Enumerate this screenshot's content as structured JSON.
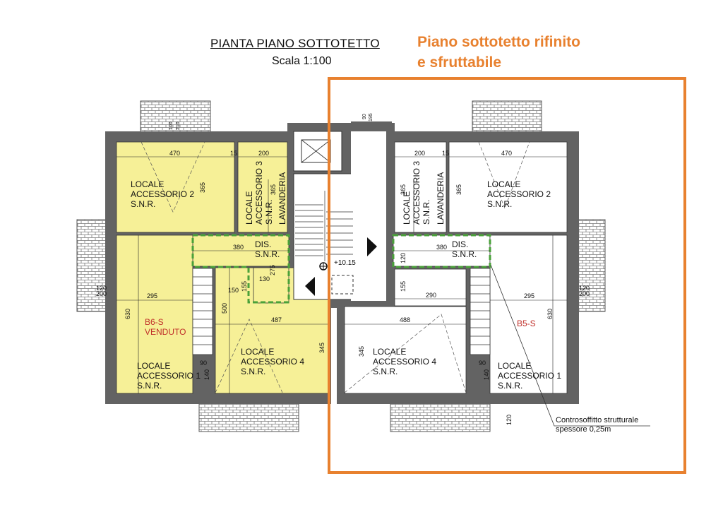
{
  "header": {
    "title": "PIANTA PIANO SOTTOTETTO",
    "scale": "Scala 1:100",
    "promo_line1": "Piano sottotetto rifinito",
    "promo_line2": "e sfruttabile"
  },
  "colors": {
    "wall": "#636363",
    "room_fill_b6": "#f6f097",
    "highlight": "#e8812f",
    "corridor_dash": "#4aa13a",
    "sold_label": "#c0302a"
  },
  "rooms": {
    "left": {
      "acc2": [
        "LOCALE",
        "ACCESSORIO 2",
        "S.N.R."
      ],
      "acc3": [
        "LOCALE",
        "ACCESSORIO 3",
        "S.N.R."
      ],
      "lavanderia": "LAVANDERIA",
      "dis": [
        "DIS.",
        "S.N.R."
      ],
      "unit": "B6-S",
      "status": "VENDUTO",
      "acc1": [
        "LOCALE",
        "ACCESSORIO 1",
        "S.N.R."
      ],
      "acc4": [
        "LOCALE",
        "ACCESSORIO 4",
        "S.N.R."
      ]
    },
    "right": {
      "acc3": [
        "LOCALE",
        "ACCESSORIO 3",
        "S.N.R."
      ],
      "lavanderia": "LAVANDERIA",
      "acc2": [
        "LOCALE",
        "ACCESSORIO 2",
        "S.N.R."
      ],
      "dis": [
        "DIS.",
        "S.N.R."
      ],
      "unit": "B5-S",
      "acc4": [
        "LOCALE",
        "ACCESSORIO 4",
        "S.N.R."
      ],
      "acc1": [
        "LOCALE",
        "ACCESSORIO 1",
        "S.N.R."
      ]
    }
  },
  "elevation": "+10.15",
  "note": [
    "Controsoffitto strutturale",
    "spessore 0,25m"
  ],
  "dimensions": {
    "l470": "470",
    "l200": "200",
    "l15": "15",
    "l365a": "365",
    "l365b": "365",
    "l380": "380",
    "l275": "275",
    "l130": "130",
    "l150": "150",
    "l155": "155",
    "l295": "295",
    "l630": "630",
    "l500": "500",
    "l487": "487",
    "l345": "345",
    "l90": "90",
    "l140": "140",
    "l120": "120",
    "l200b": "200",
    "l100": "100",
    "l210": "210",
    "r200": "200",
    "r15": "15",
    "r470": "470",
    "r365a": "365",
    "r365b": "365",
    "r380": "380",
    "r120": "120",
    "r155": "155",
    "r290": "290",
    "r295": "295",
    "r630": "630",
    "r488": "488",
    "r345": "345",
    "r90": "90",
    "r140": "140",
    "r120b": "120",
    "r200b": "200",
    "r120c": "120",
    "s90": "90",
    "s195": "195"
  }
}
